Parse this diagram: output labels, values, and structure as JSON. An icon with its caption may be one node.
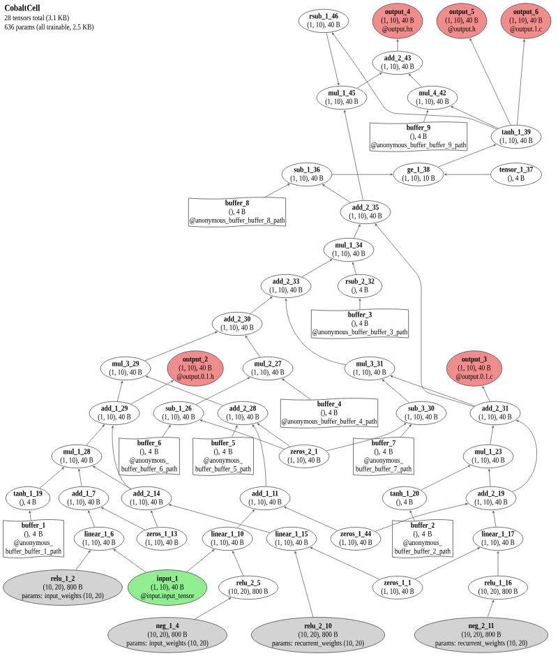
{
  "diagram": {
    "title": "CobaltCell",
    "labels": [
      "28 tensors total (3.1 KB)",
      "636 params (all trainable, 2.5 KB)"
    ],
    "nodes": [
      {
        "text": [
          "rsub_1_46",
          "(1, 10), 40 B"
        ]
      },
      {
        "text": [
          "output_4",
          "(1, 10), 40 B",
          "@output.hx"
        ]
      },
      {
        "text": [
          "output_5",
          "(1, 10), 40 B",
          "@output.h"
        ]
      },
      {
        "text": [
          "output_6",
          "(1, 10), 40 B",
          "@output.1.c"
        ]
      },
      {
        "text": [
          "add_2_43",
          "(1, 10), 40 B"
        ]
      },
      {
        "text": [
          "mul_1_45",
          "(1, 10), 40 B"
        ]
      },
      {
        "text": [
          "mul_4_42",
          "(1, 10), 40 B"
        ]
      },
      {
        "text": [
          "buffer_9",
          "(), 4 B",
          "@anonymous_buffer_buffer_9_path"
        ]
      },
      {
        "text": [
          "tanh_1_39",
          "(1, 10), 40 B"
        ]
      },
      {
        "text": [
          "ge_1_38",
          "(1, 10), 10 B"
        ]
      },
      {
        "text": [
          "sub_1_36",
          "(1, 10), 40 B"
        ]
      },
      {
        "text": [
          "tensor_1_37",
          "(), 4 B"
        ]
      },
      {
        "text": [
          "buffer_8",
          "(), 4 B",
          "@anonymous_buffer_buffer_8_path"
        ]
      },
      {
        "text": [
          "add_2_35",
          "(1, 10), 40 B"
        ]
      },
      {
        "text": [
          "mul_1_34",
          "(1, 10), 40 B"
        ]
      },
      {
        "text": [
          "add_2_33",
          "(1, 10), 40 B"
        ]
      },
      {
        "text": [
          "rsub_2_32",
          "(), 4 B"
        ]
      },
      {
        "text": [
          "add_2_30",
          "(1, 10), 40 B"
        ]
      },
      {
        "text": [
          "buffer_3",
          "(), 4 B",
          "@anonymous_buffer_buffer_3_path"
        ]
      },
      {
        "text": [
          "mul_3_29",
          "(1, 10), 40 B"
        ]
      },
      {
        "text": [
          "output_2",
          "(1, 10), 40 B",
          "@output.0.1.h"
        ]
      },
      {
        "text": [
          "mul_2_27",
          "(1, 10), 40 B"
        ]
      },
      {
        "text": [
          "mul_3_31",
          "(1, 10), 40 B"
        ]
      },
      {
        "text": [
          "output_3",
          "(1, 10), 40 B",
          "@output.0.1.c"
        ]
      },
      {
        "text": [
          "add_1_29",
          "(1, 10), 40 B"
        ]
      },
      {
        "text": [
          "sub_1_26",
          "(1, 10), 40 B"
        ]
      },
      {
        "text": [
          "add_2_28",
          "(1, 10), 40 B"
        ]
      },
      {
        "text": [
          "buffer_4",
          "(), 4 B",
          "@anonymous_buffer_buffer_4_path"
        ]
      },
      {
        "text": [
          "sub_3_30",
          "(1, 10), 40 B"
        ]
      },
      {
        "text": [
          "add_2_31",
          "(1, 10), 40 B"
        ]
      },
      {
        "text": [
          "mul_1_28",
          "(1, 10), 40 B"
        ]
      },
      {
        "text": [
          "buffer_6",
          "(), 4 B",
          "@anonymous_buffer_buffer_6_path"
        ]
      },
      {
        "text": [
          "buffer_5",
          "(), 4 B",
          "@anonymous_buffer_buffer_5_path"
        ]
      },
      {
        "text": [
          "zeros_2_1",
          "(1, 10), 40 B"
        ]
      },
      {
        "text": [
          "buffer_7",
          "(), 4 B",
          "@anonymous_buffer_buffer_7_path"
        ]
      },
      {
        "text": [
          "mul_1_23",
          "(1, 10), 40 B"
        ]
      },
      {
        "text": [
          "tanh_1_19",
          "(), 4 B"
        ]
      },
      {
        "text": [
          "add_1_7",
          "(1, 10), 40 B"
        ]
      },
      {
        "text": [
          "add_2_14",
          "(1, 10), 40 B"
        ]
      },
      {
        "text": [
          "add_1_11",
          "(1, 10), 40 B"
        ]
      },
      {
        "text": [
          "tanh_1_20",
          "(), 4 B"
        ]
      },
      {
        "text": [
          "add_2_19",
          "(1, 10), 40 B"
        ]
      },
      {
        "text": [
          "buffer_1",
          "(), 4 B",
          "@anonymous_buffer_buffer_1_path"
        ]
      },
      {
        "text": [
          "linear_1_6",
          "(1, 10), 40 B"
        ]
      },
      {
        "text": [
          "zeros_1_13",
          "(1, 10), 40 B"
        ]
      },
      {
        "text": [
          "linear_1_10",
          "(1, 10), 40 B"
        ]
      },
      {
        "text": [
          "linear_1_15",
          "(1, 10), 40 B"
        ]
      },
      {
        "text": [
          "zeros_1_44",
          "(1, 10), 40 B"
        ]
      },
      {
        "text": [
          "buffer_2",
          "(), 4 B",
          "@anonymous_buffer_buffer_2_path"
        ]
      },
      {
        "text": [
          "linear_1_17",
          "(1, 10), 40 B"
        ]
      },
      {
        "text": [
          "relu_1_2",
          "(10, 20), 800 B",
          "params: input_weights (10, 20)"
        ]
      },
      {
        "text": [
          "input_1",
          "(1, 10), 40 B",
          "@input.input_tensor"
        ]
      },
      {
        "text": [
          "relu_2_5",
          "(10, 20), 800 B"
        ]
      },
      {
        "text": [
          "relu_2_10",
          "(10, 20), 800 B",
          "params: recurrent_weights (10, 20)"
        ]
      },
      {
        "text": [
          "zeros_1_1",
          "(1, 10), 40 B"
        ]
      },
      {
        "text": [
          "relu_1_16",
          "(10, 20), 800 B"
        ]
      },
      {
        "text": [
          "neg_1_4",
          "(10, 20), 800 B",
          "params: input_weights (10, 20)"
        ]
      },
      {
        "text": [
          "neg_2_11",
          "(10, 20), 800 B",
          "params: recurrent_weights (10, 20)"
        ]
      }
    ],
    "edges": [
      {
        "from": 56,
        "to": 52,
        "arrow": "to"
      },
      {
        "from": 52,
        "to": 45,
        "arrow": "to"
      },
      {
        "from": 51,
        "to": 43,
        "arrow": "to"
      },
      {
        "from": 50,
        "to": 43,
        "arrow": "to"
      },
      {
        "from": 51,
        "to": 45,
        "arrow": "to"
      },
      {
        "from": 57,
        "to": 55,
        "arrow": "to"
      },
      {
        "from": 55,
        "to": 49,
        "arrow": "to"
      },
      {
        "from": 53,
        "to": 46,
        "arrow": "to"
      },
      {
        "from": 54,
        "to": 46,
        "arrow": "to"
      },
      {
        "from": 54,
        "to": 49,
        "arrow": "to"
      },
      {
        "from": 42,
        "to": 36,
        "arrow": "to"
      },
      {
        "from": 43,
        "to": 37,
        "arrow": "to"
      },
      {
        "from": 44,
        "to": 37,
        "arrow": "to"
      },
      {
        "from": 44,
        "to": 38,
        "arrow": "to"
      },
      {
        "from": 46,
        "to": 38,
        "arrow": "to"
      },
      {
        "from": 45,
        "to": 39,
        "arrow": "to"
      },
      {
        "from": 47,
        "to": 39,
        "arrow": "to"
      },
      {
        "from": 47,
        "to": 41,
        "arrow": "to"
      },
      {
        "from": 49,
        "to": 41,
        "arrow": "to"
      },
      {
        "from": 48,
        "to": 40,
        "arrow": "to"
      },
      {
        "from": 36,
        "to": 30,
        "arrow": "to"
      },
      {
        "from": 37,
        "to": 30,
        "arrow": "to"
      },
      {
        "from": 38,
        "to": 30,
        "arrow": "to"
      },
      {
        "from": 38,
        "to": 24,
        "arrow": "to"
      },
      {
        "from": 30,
        "to": 24,
        "arrow": "to"
      },
      {
        "from": 40,
        "to": 35,
        "arrow": "to"
      },
      {
        "from": 41,
        "to": 35,
        "arrow": "to"
      },
      {
        "from": 41,
        "to": 29,
        "arrow": "to"
      },
      {
        "from": 35,
        "to": 29,
        "arrow": "to"
      },
      {
        "from": 39,
        "to": 26,
        "arrow": "to"
      },
      {
        "from": 31,
        "to": 25,
        "arrow": "to"
      },
      {
        "from": 32,
        "to": 26,
        "arrow": "to"
      },
      {
        "from": 33,
        "to": 25,
        "arrow": "to"
      },
      {
        "from": 33,
        "to": 26,
        "arrow": "to"
      },
      {
        "from": 33,
        "to": 28,
        "arrow": "to"
      },
      {
        "from": 34,
        "to": 28,
        "arrow": "to"
      },
      {
        "from": 24,
        "to": 19,
        "arrow": "to"
      },
      {
        "from": 24,
        "to": 20,
        "arrow": "to"
      },
      {
        "from": 26,
        "to": 19,
        "arrow": "to"
      },
      {
        "from": 25,
        "to": 21,
        "arrow": "to"
      },
      {
        "from": 27,
        "to": 21,
        "arrow": "to"
      },
      {
        "from": 28,
        "to": 22,
        "arrow": "to"
      },
      {
        "from": 29,
        "to": 22,
        "arrow": "to"
      },
      {
        "from": 29,
        "to": 23,
        "arrow": "to"
      },
      {
        "from": 19,
        "to": 17,
        "arrow": "to"
      },
      {
        "from": 21,
        "to": 17,
        "arrow": "to"
      },
      {
        "from": 17,
        "to": 15,
        "arrow": "to"
      },
      {
        "from": 22,
        "to": 15,
        "arrow": "to"
      },
      {
        "from": 18,
        "to": 16,
        "arrow": "to"
      },
      {
        "from": 15,
        "to": 14,
        "arrow": "to"
      },
      {
        "from": 16,
        "to": 14,
        "arrow": "to"
      },
      {
        "from": 14,
        "to": 13,
        "arrow": "to"
      },
      {
        "from": 29,
        "to": 13,
        "arrow": "to"
      },
      {
        "from": 13,
        "to": 10,
        "arrow": "to"
      },
      {
        "from": 12,
        "to": 10,
        "arrow": "to"
      },
      {
        "from": 13,
        "to": 5,
        "arrow": "to"
      },
      {
        "from": 10,
        "to": 9,
        "arrow": "to"
      },
      {
        "from": 11,
        "to": 9,
        "arrow": "to"
      },
      {
        "from": 9,
        "to": 8,
        "arrow": "to"
      },
      {
        "from": 8,
        "to": 0,
        "arrow": "to"
      },
      {
        "from": 8,
        "to": 6,
        "arrow": "to"
      },
      {
        "from": 7,
        "to": 6,
        "arrow": "to"
      },
      {
        "from": 8,
        "to": 2,
        "arrow": "to"
      },
      {
        "from": 8,
        "to": 3,
        "arrow": "to"
      },
      {
        "from": 0,
        "to": 5,
        "arrow": "to"
      },
      {
        "from": 5,
        "to": 4,
        "arrow": "to"
      },
      {
        "from": 6,
        "to": 4,
        "arrow": "to"
      },
      {
        "from": 4,
        "to": 1,
        "arrow": "to"
      }
    ]
  }
}
